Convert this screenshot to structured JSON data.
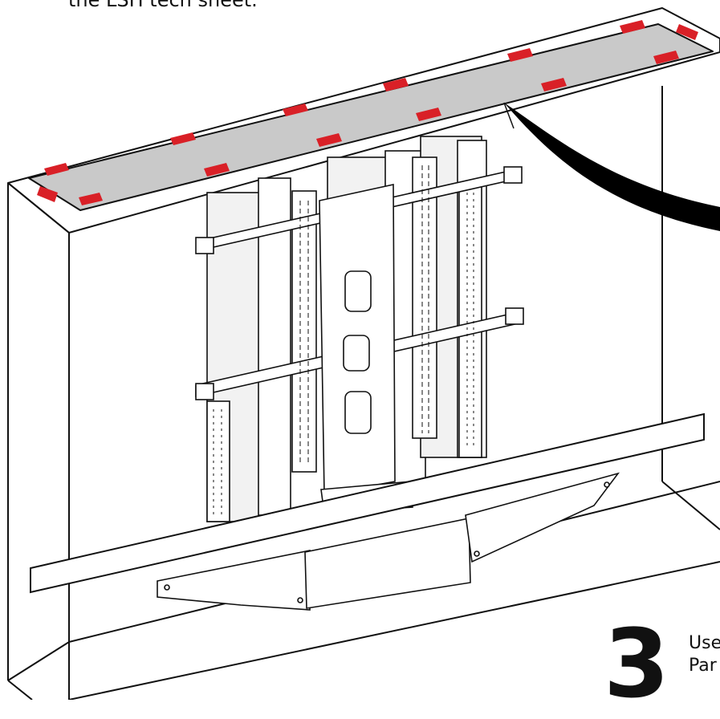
{
  "header": {
    "instruction_fragment": "the LSH tech sheet."
  },
  "step": {
    "number": "3",
    "line1": "Use",
    "line2": "Par"
  },
  "colors": {
    "tape": "#d92027",
    "panel_fill": "#c9c9c9",
    "outline": "#111111"
  },
  "icons": [
    "cabinet-diagram",
    "mounting-tape",
    "power-cable",
    "tv-lift-mechanism",
    "tv-mount-bracket",
    "shelf-board"
  ]
}
